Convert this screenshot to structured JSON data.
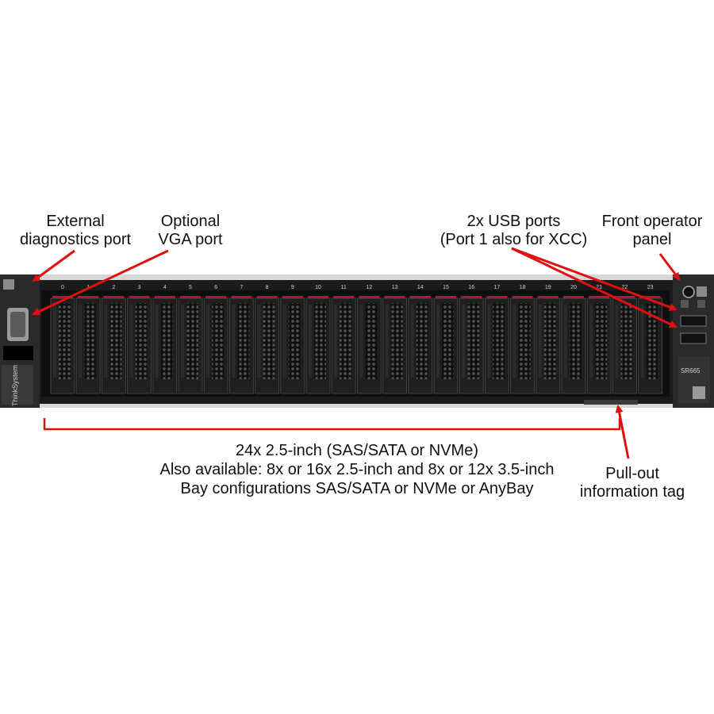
{
  "callouts": {
    "external_diag": [
      "External",
      "diagnostics port"
    ],
    "vga": [
      "Optional",
      "VGA port"
    ],
    "usb": [
      "2x USB ports",
      "(Port 1 also for XCC)"
    ],
    "front_panel": [
      "Front operator",
      "panel"
    ],
    "pull_tag": [
      "Pull-out",
      "information tag"
    ],
    "bays": [
      "24x 2.5-inch (SAS/SATA or NVMe)",
      "Also available: 8x or 16x 2.5-inch and 8x or 12x 3.5-inch",
      "Bay configurations SAS/SATA or NVMe or AnyBay"
    ]
  },
  "server": {
    "brand": "ThinkSystem",
    "model": "SR665",
    "bay_numbers": [
      "0",
      "1",
      "2",
      "3",
      "4",
      "5",
      "6",
      "7",
      "8",
      "9",
      "10",
      "11",
      "12",
      "13",
      "14",
      "15",
      "16",
      "17",
      "18",
      "19",
      "20",
      "21",
      "22",
      "23"
    ]
  },
  "colors": {
    "arrow": "#e01010",
    "chassis": "#1b1b1b",
    "bezel": "#2a2a2a"
  }
}
